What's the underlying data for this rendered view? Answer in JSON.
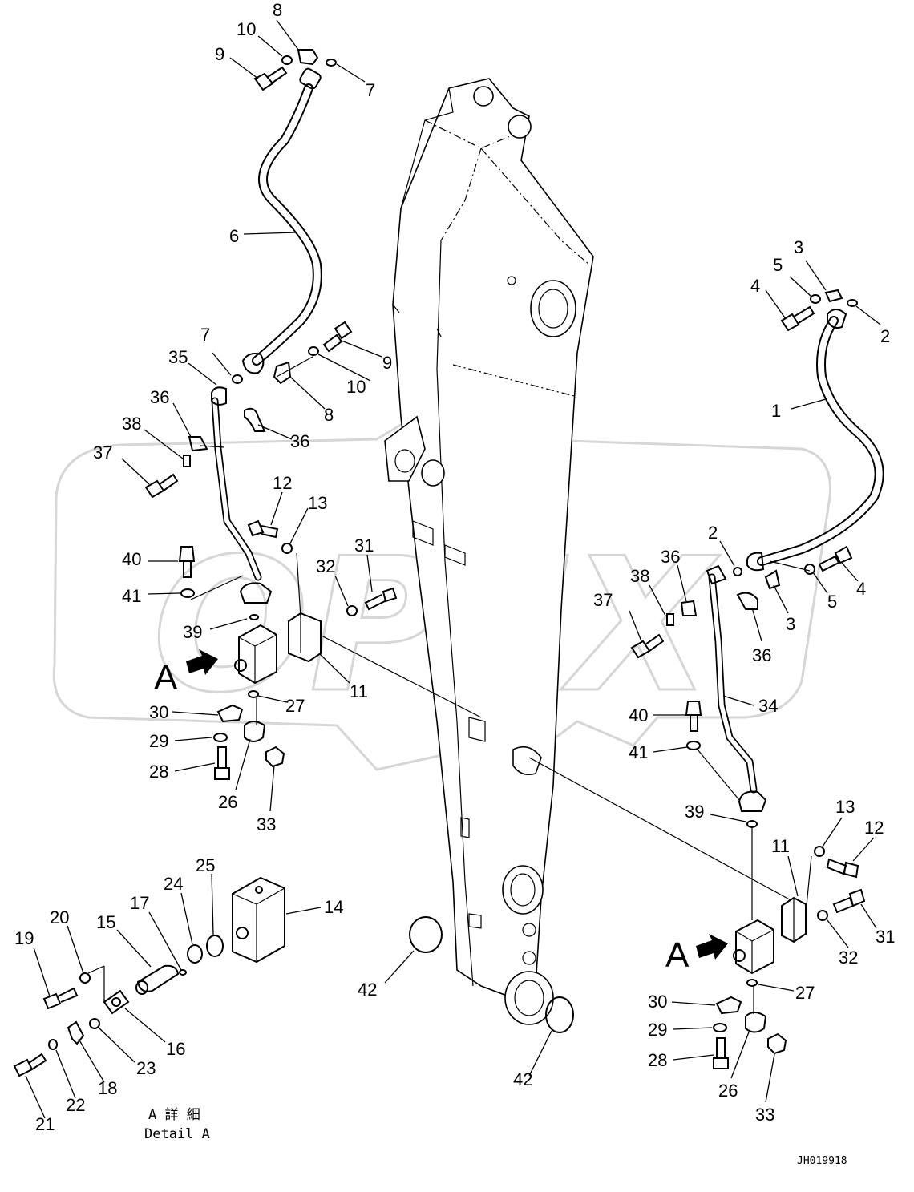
{
  "drawing_code": "JH019918",
  "watermark": "OPEX",
  "detail_caption": {
    "jp": "A 詳 細",
    "en": "Detail A"
  },
  "view_marker": "A",
  "callouts": {
    "top_left": [
      "8",
      "10",
      "9",
      "7",
      "6",
      "7",
      "9",
      "10",
      "8",
      "35",
      "36",
      "36",
      "38",
      "37",
      "12",
      "13",
      "40",
      "41",
      "31",
      "32",
      "39",
      "11",
      "30",
      "27",
      "29",
      "28",
      "26",
      "33"
    ],
    "right": [
      "3",
      "5",
      "4",
      "2",
      "1",
      "2",
      "36",
      "38",
      "37",
      "5",
      "4",
      "3",
      "36",
      "34",
      "40",
      "41",
      "39",
      "13",
      "12",
      "11",
      "31",
      "32",
      "27",
      "30",
      "29",
      "28",
      "26",
      "33"
    ],
    "detail": [
      "25",
      "24",
      "17",
      "14",
      "20",
      "15",
      "19",
      "16",
      "23",
      "18",
      "22",
      "21"
    ],
    "boom": [
      "42",
      "42"
    ]
  }
}
